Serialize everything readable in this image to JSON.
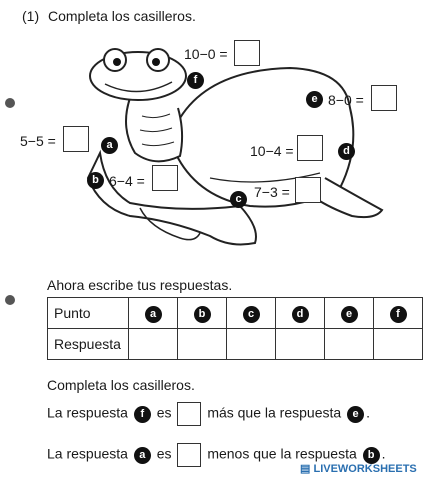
{
  "section1": {
    "number": "(1)",
    "title": "Completa los casilleros."
  },
  "exercises": {
    "f": {
      "label": "f",
      "text": "10−0 ="
    },
    "e": {
      "label": "e",
      "text": "8−0 ="
    },
    "a": {
      "label": "a",
      "text": "5−5 ="
    },
    "d": {
      "label": "d",
      "text": "10−4 ="
    },
    "b": {
      "label": "b",
      "text": "6−4 ="
    },
    "c": {
      "label": "c",
      "text": "7−3 ="
    }
  },
  "section2": {
    "title": "Ahora escribe tus respuestas.",
    "row1_header": "Punto",
    "row2_header": "Respuesta",
    "columns": [
      "a",
      "b",
      "c",
      "d",
      "e",
      "f"
    ]
  },
  "section3": {
    "title": "Completa los casilleros.",
    "line1": {
      "prefix": "La respuesta",
      "label1": "f",
      "mid": "es",
      "suffix": "más que la respuesta",
      "label2": "e",
      "end": "."
    },
    "line2": {
      "prefix": "La respuesta",
      "label1": "a",
      "mid": "es",
      "suffix": "menos que la respuesta",
      "label2": "b",
      "end": "."
    }
  },
  "watermark": "LIVEWORKSHEETS"
}
